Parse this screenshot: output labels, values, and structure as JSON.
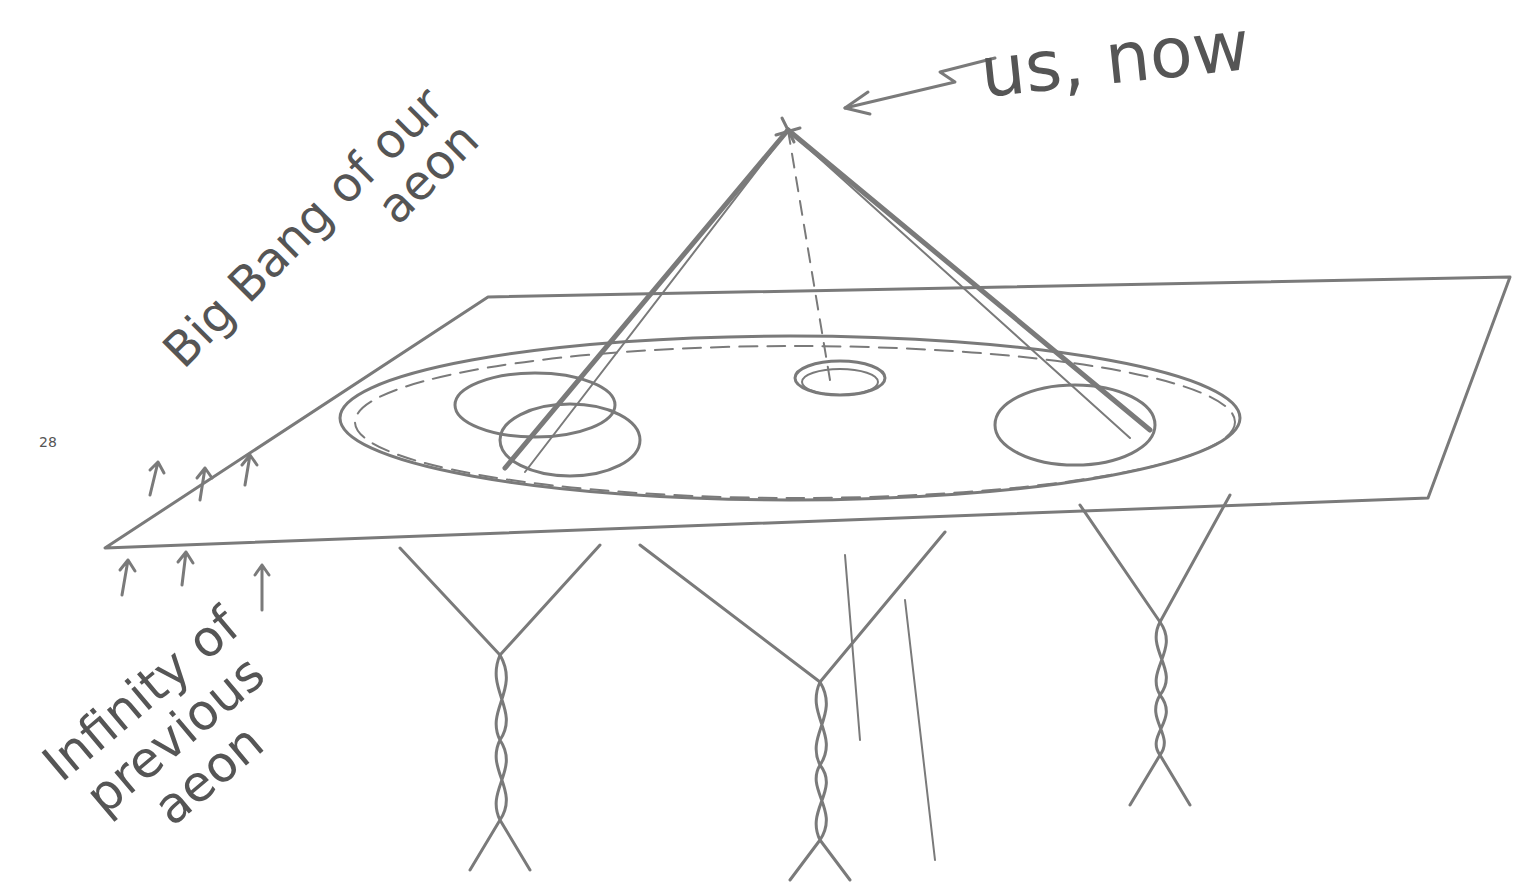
{
  "diagram": {
    "labels": [
      "us, now",
      "Big Bang of our aeon",
      "Infinity of previous aeon",
      "28"
    ]
  }
}
